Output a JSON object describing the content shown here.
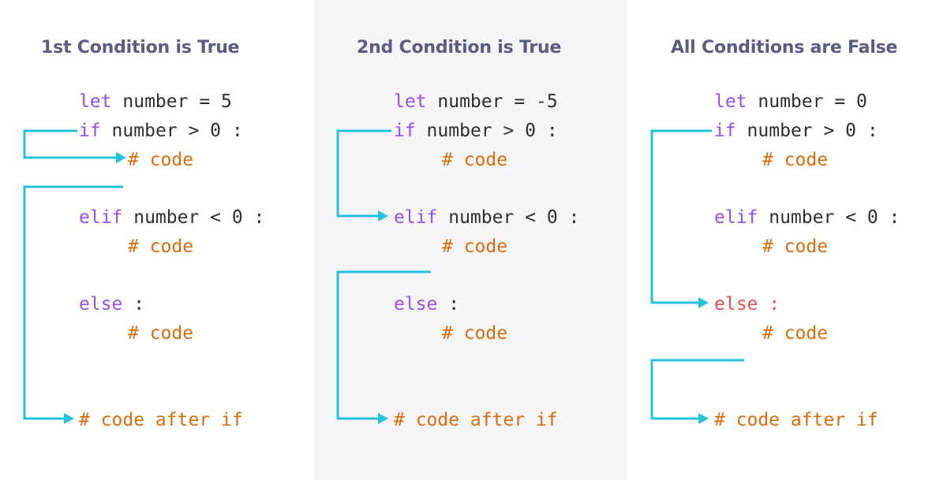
{
  "panels": [
    {
      "title": "1st Condition is True",
      "lines": {
        "let_kw": "let",
        "let_rest": " number = 5",
        "if_kw": "if",
        "if_rest": " number > 0 :",
        "code1": "# code",
        "elif_kw": "elif",
        "elif_rest": " number < 0 :",
        "code2": "# code",
        "else_kw": "else",
        "else_rest": " :",
        "code3": "# code",
        "after": "# code after if"
      }
    },
    {
      "title": "2nd Condition is True",
      "lines": {
        "let_kw": "let",
        "let_rest": " number = -5",
        "if_kw": "if",
        "if_rest": " number > 0 :",
        "code1": "# code",
        "elif_kw": "elif",
        "elif_rest": " number < 0 :",
        "code2": "# code",
        "else_kw": "else",
        "else_rest": " :",
        "code3": "# code",
        "after": "# code after if"
      }
    },
    {
      "title": "All Conditions are False",
      "lines": {
        "let_kw": "let",
        "let_rest": " number = 0",
        "if_kw": "if",
        "if_rest": " number > 0 :",
        "code1": "# code",
        "elif_kw": "elif",
        "elif_rest": " number < 0 :",
        "code2": "# code",
        "else_kw": "else",
        "else_rest": " :",
        "code3": "# code",
        "after": "# code after if"
      }
    }
  ],
  "colors": {
    "title": "#5b5b84",
    "keyword": "#9a4ee6",
    "comment": "#d96d0d",
    "highlight": "#ea4f4f",
    "arrow": "#22c2dd",
    "middle_panel_bg": "#f5f5f7"
  }
}
